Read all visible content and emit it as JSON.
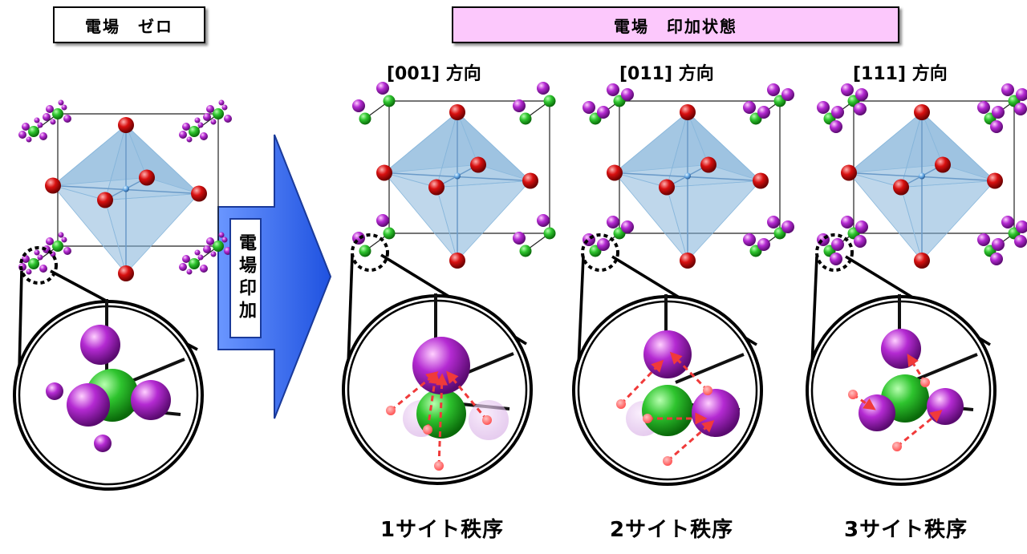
{
  "labels": {
    "field_zero": "電場　ゼロ",
    "field_applied": "電場　印加状態",
    "arrow_text": "電場印加",
    "directions": [
      "[001]  方向",
      "[011]  方向",
      "[111]  方向"
    ],
    "orders": [
      "1サイト秩序",
      "2サイト秩序",
      "3サイト秩序"
    ]
  },
  "colors": {
    "applied_box_bg": "#fcc8fc",
    "field_zero_box_bg": "#ffffff",
    "arrow_blue": "#3a6ef0",
    "arrow_dark": "#1e3ea0",
    "green_atom": "#22c022",
    "purple_atom": "#b020d0",
    "red_atom": "#d81010",
    "octahedron": "#7fb0d8",
    "displacement_arrow": "#f05050"
  }
}
